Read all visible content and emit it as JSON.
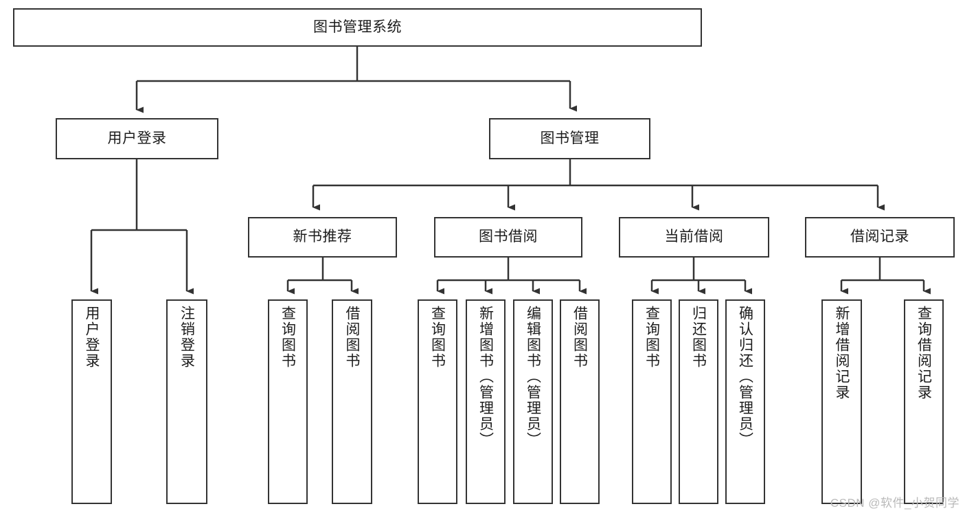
{
  "diagram": {
    "title": "图书管理系统",
    "type": "tree-hierarchy-chart",
    "watermark": "CSDN @软件_小贺同学",
    "colors": {
      "box_border": "#333333",
      "box_fill": "#ffffff",
      "connector": "#333333",
      "text": "#1c1c1c",
      "watermark": "#b9b9b9",
      "background": "#ffffff"
    },
    "root": {
      "label": "图书管理系统"
    },
    "level2": [
      {
        "label": "用户登录"
      },
      {
        "label": "图书管理"
      }
    ],
    "level3": [
      {
        "label": "新书推荐"
      },
      {
        "label": "图书借阅"
      },
      {
        "label": "当前借阅"
      },
      {
        "label": "借阅记录"
      }
    ],
    "leaves": {
      "user_login": [
        {
          "label": "用户登录"
        },
        {
          "label": "注销登录"
        }
      ],
      "new_book_recommend": [
        {
          "label": "查询图书"
        },
        {
          "label": "借阅图书"
        }
      ],
      "book_borrow": [
        {
          "label": "查询图书"
        },
        {
          "label": "新增图书（管理员）"
        },
        {
          "label": "编辑图书（管理员）"
        },
        {
          "label": "借阅图书"
        }
      ],
      "current_borrow": [
        {
          "label": "查询图书"
        },
        {
          "label": "归还图书"
        },
        {
          "label": "确认归还（管理员）"
        }
      ],
      "borrow_record": [
        {
          "label": "新增借阅记录"
        },
        {
          "label": "查询借阅记录"
        }
      ]
    }
  }
}
